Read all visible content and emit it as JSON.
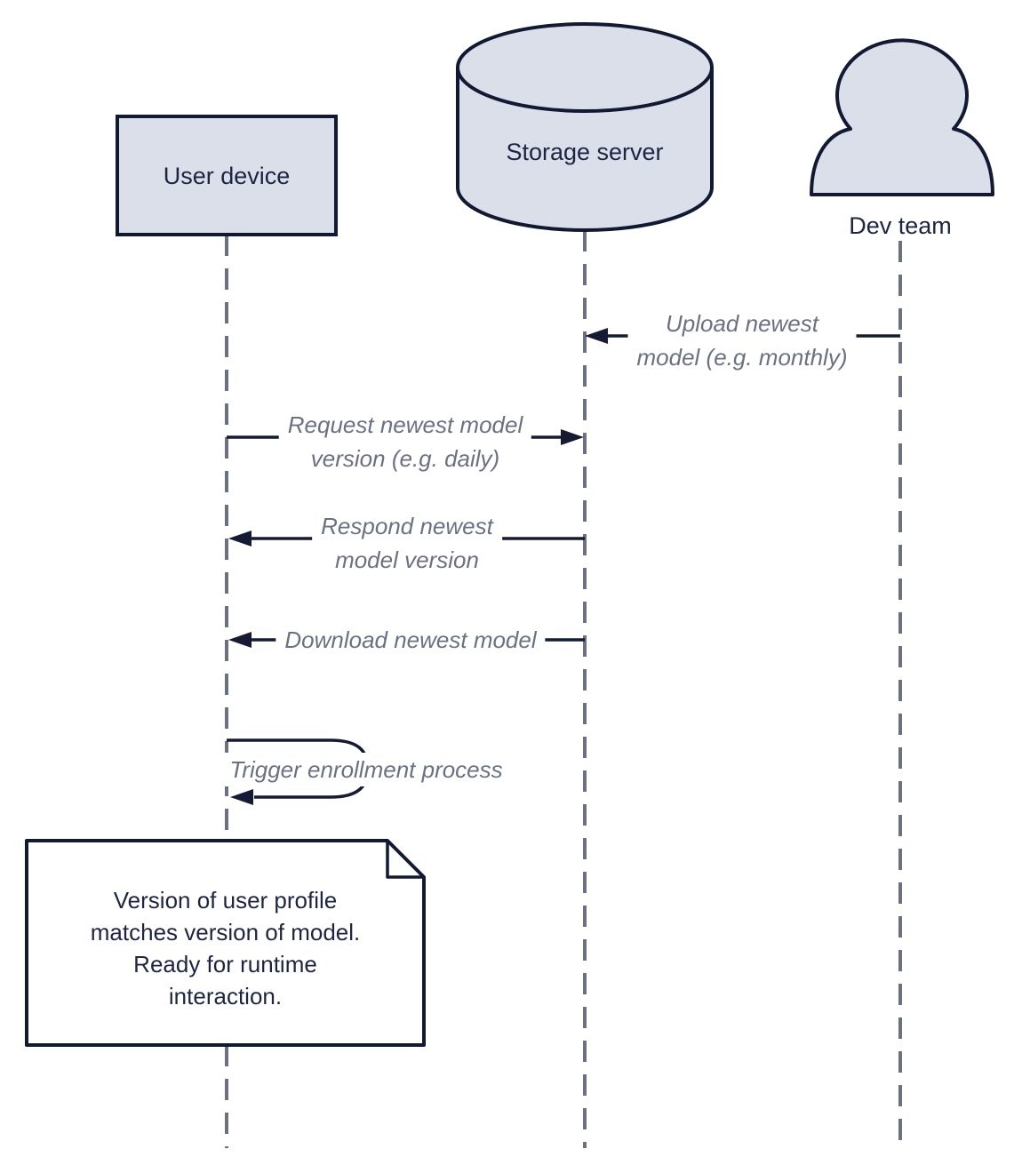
{
  "diagram": {
    "type": "sequence-diagram",
    "participants": [
      {
        "id": "user-device",
        "label": "User device",
        "shape": "rectangle"
      },
      {
        "id": "storage-server",
        "label": "Storage server",
        "shape": "database-cylinder"
      },
      {
        "id": "dev-team",
        "label": "Dev team",
        "shape": "person-actor"
      }
    ],
    "messages": [
      {
        "from": "dev-team",
        "to": "storage-server",
        "label": "Upload newest\nmodel (e.g. monthly)"
      },
      {
        "from": "user-device",
        "to": "storage-server",
        "label": "Request newest model\nversion (e.g. daily)"
      },
      {
        "from": "storage-server",
        "to": "user-device",
        "label": "Respond newest\nmodel version"
      },
      {
        "from": "storage-server",
        "to": "user-device",
        "label": "Download newest model"
      },
      {
        "from": "user-device",
        "to": "user-device",
        "label": "Trigger enrollment process",
        "self_loop": true
      }
    ],
    "note": {
      "attached_to": "user-device",
      "text": "Version of user profile\nmatches version of model.\nReady for runtime\ninteraction."
    },
    "colors": {
      "background": "#ffffff",
      "shape_fill": "#dbdfea",
      "shape_stroke": "#121a33",
      "arrow": "#141b33",
      "title_text": "#1d2542",
      "message_text": "#6b7183",
      "lifeline": "#6b7183",
      "note_fill": "#ffffff"
    }
  }
}
